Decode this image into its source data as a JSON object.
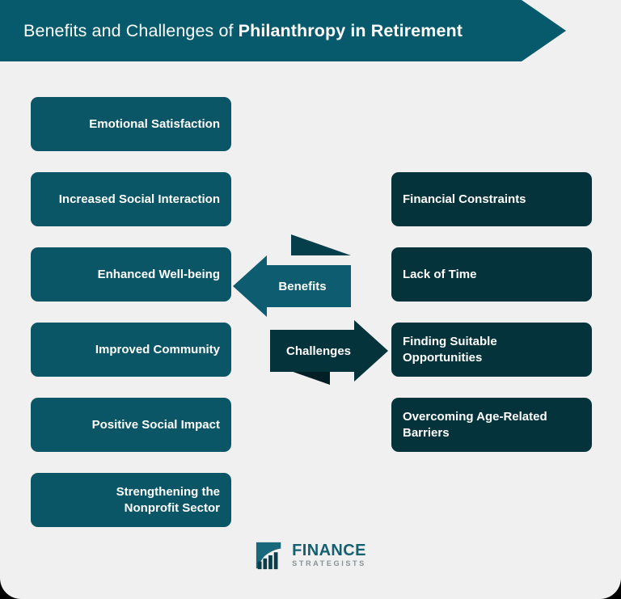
{
  "header": {
    "title_regular": "Benefits and Challenges of ",
    "title_bold": "Philanthropy in Retirement",
    "bar_color": "#065a6b"
  },
  "center": {
    "benefits_label": "Benefits",
    "challenges_label": "Challenges",
    "benefits_arrow_color": "#0d5c70",
    "challenges_arrow_color": "#05333c"
  },
  "benefits": {
    "card_color": "#0a5566",
    "items": [
      {
        "label": "Emotional Satisfaction"
      },
      {
        "label": "Increased Social Interaction"
      },
      {
        "label": "Enhanced Well-being"
      },
      {
        "label": "Improved Community"
      },
      {
        "label": "Positive Social Impact"
      },
      {
        "label": "Strengthening the\nNonprofit Sector"
      }
    ]
  },
  "challenges": {
    "card_color": "#05333c",
    "items": [
      {
        "label": "Financial Constraints"
      },
      {
        "label": "Lack of Time"
      },
      {
        "label": "Finding Suitable\nOpportunities"
      },
      {
        "label": "Overcoming Age-Related\nBarriers"
      }
    ]
  },
  "footer": {
    "logo_icon": "finance-strategists-bar-chart-icon",
    "logo_word_primary": "FINANCE",
    "logo_word_secondary": "STRATEGISTS",
    "logo_primary_color": "#155f70",
    "logo_secondary_color": "#8a9296"
  },
  "page": {
    "background_color": "#f0f0f0"
  }
}
